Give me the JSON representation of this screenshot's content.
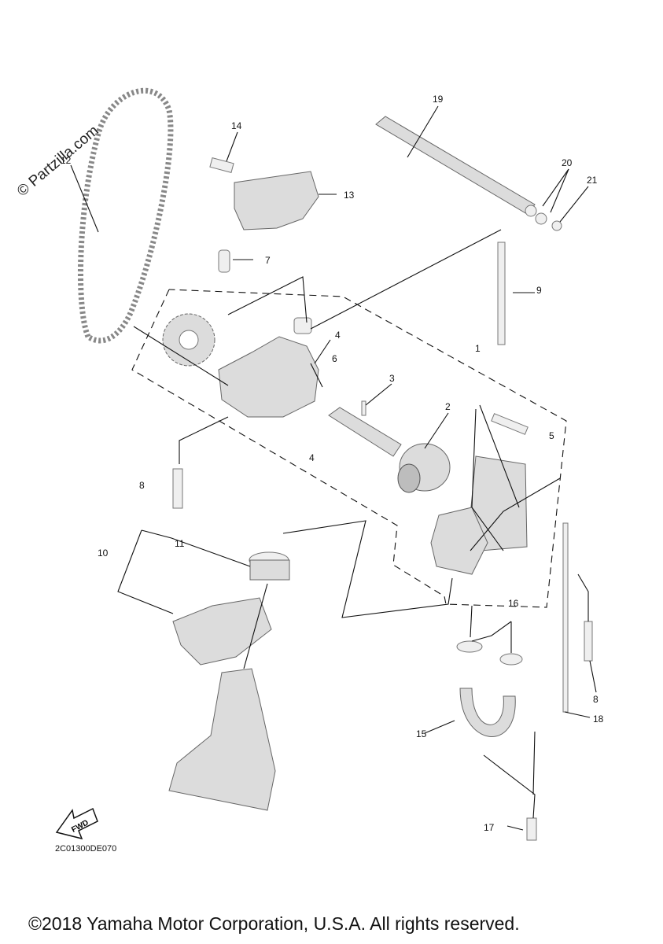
{
  "watermark": "© Partzilla.com",
  "fwd_label": "FWD",
  "diagram_code": "2C01300DE070",
  "copyright": "©2018 Yamaha Motor Corporation, U.S.A. All rights reserved.",
  "callouts": {
    "c1": "1",
    "c2": "2",
    "c3": "3",
    "c4a": "4",
    "c4b": "4",
    "c5": "5",
    "c6": "6",
    "c7": "7",
    "c8a": "8",
    "c8b": "8",
    "c9": "9",
    "c10": "10",
    "c11": "11",
    "c12": "12",
    "c13": "13",
    "c14": "14",
    "c15": "15",
    "c16": "16",
    "c17": "17",
    "c18": "18",
    "c19": "19",
    "c20": "20",
    "c21": "21"
  },
  "icons": [
    "forward-arrow-icon"
  ]
}
